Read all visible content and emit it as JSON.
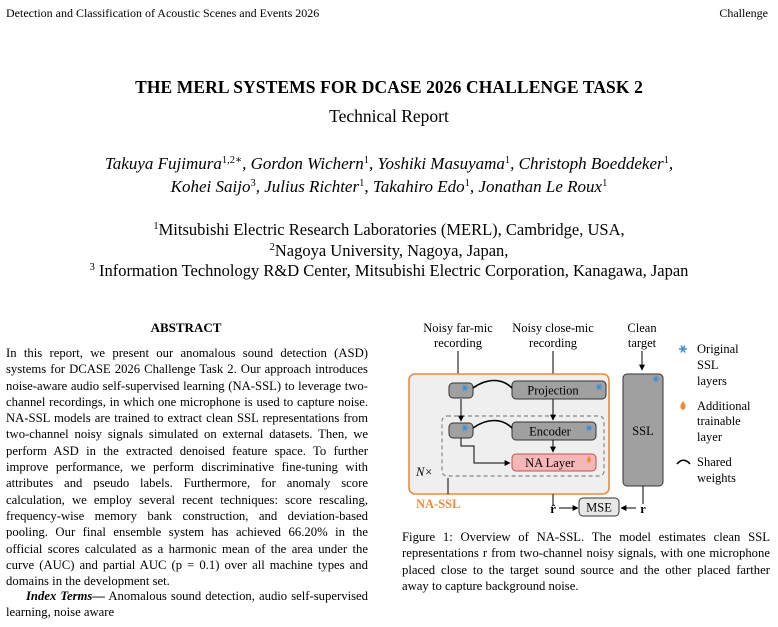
{
  "header": {
    "left": "Detection and Classification of Acoustic Scenes and Events 2026",
    "right": "Challenge"
  },
  "paper": {
    "title": "THE MERL SYSTEMS FOR DCASE 2026 CHALLENGE TASK 2",
    "subtitle": "Technical Report",
    "authors": [
      {
        "name": "Takuya Fujimura",
        "aff": "1,2∗",
        "sep": ", "
      },
      {
        "name": "Gordon Wichern",
        "aff": "1",
        "sep": ", "
      },
      {
        "name": "Yoshiki Masuyama",
        "aff": "1",
        "sep": ", "
      },
      {
        "name": "Christoph Boeddeker",
        "aff": "1",
        "sep": ","
      },
      {
        "name": "Kohei Saijo",
        "aff": "3",
        "sep": ", "
      },
      {
        "name": "Julius Richter",
        "aff": "1",
        "sep": ", "
      },
      {
        "name": "Takahiro Edo",
        "aff": "1",
        "sep": ", "
      },
      {
        "name": "Jonathan Le Roux",
        "aff": "1",
        "sep": ""
      }
    ],
    "affiliations": [
      {
        "num": "1",
        "text": "Mitsubishi Electric Research Laboratories (MERL), Cambridge, USA,"
      },
      {
        "num": "2",
        "text": "Nagoya University, Nagoya, Japan,"
      },
      {
        "num": "3",
        "text": " Information Technology R&D Center, Mitsubishi Electric Corporation, Kanagawa, Japan"
      }
    ]
  },
  "abstract": {
    "heading": "ABSTRACT",
    "body": "In this report, we present our anomalous sound detection (ASD) systems for DCASE 2026 Challenge Task 2. Our approach introduces noise-aware audio self-supervised learning (NA-SSL) to leverage two-channel recordings, in which one microphone is used to capture noise. NA-SSL models are trained to extract clean SSL representations from two-channel noisy signals simulated on external datasets. Then, we perform ASD in the extracted denoised feature space. To further improve performance, we perform discriminative fine-tuning with attributes and pseudo labels. Furthermore, for anomaly score calculation, we employ several recent techniques: score rescaling, frequency-wise memory bank construction, and deviation-based pooling. Our final ensemble system has achieved 66.20% in the official scores calculated as a harmonic mean of the area under the curve (AUC) and partial AUC (p = 0.1) over all machine types and domains in the development set.",
    "index_terms_label": "Index Terms—",
    "index_terms": " Anomalous sound detection, audio self-supervised learning, noise aware"
  },
  "figure": {
    "labels": {
      "far_1": "Noisy far-mic",
      "far_2": "recording",
      "close_1": "Noisy close-mic",
      "close_2": "recording",
      "clean_1": "Clean",
      "clean_2": "target",
      "projection": "Projection",
      "encoder": "Encoder",
      "na_layer": "NA Layer",
      "ssl": "SSL",
      "nx": "N×",
      "nassl": "NA-SSL",
      "mse": "MSE",
      "rhat": "r̂",
      "r": "r"
    },
    "legend": [
      {
        "icon": "snowflake-icon",
        "lines": [
          "Original",
          "SSL",
          "layers"
        ]
      },
      {
        "icon": "flame-icon",
        "lines": [
          "Additional",
          "trainable",
          "layer"
        ]
      },
      {
        "icon": "shared-weights-icon",
        "lines": [
          "Shared",
          "weights"
        ]
      }
    ],
    "colors": {
      "accent_orange": "#f08a3a",
      "frozen_blue": "#3a8fd6",
      "box_gray": "#a0a0a0",
      "na_pink": "#f4b6b6",
      "panel_bg": "#efefef"
    },
    "caption": "Figure 1: Overview of NA-SSL. The model estimates clean SSL representations r from two-channel noisy signals, with one microphone placed close to the target sound source and the other placed farther away to capture background noise."
  }
}
